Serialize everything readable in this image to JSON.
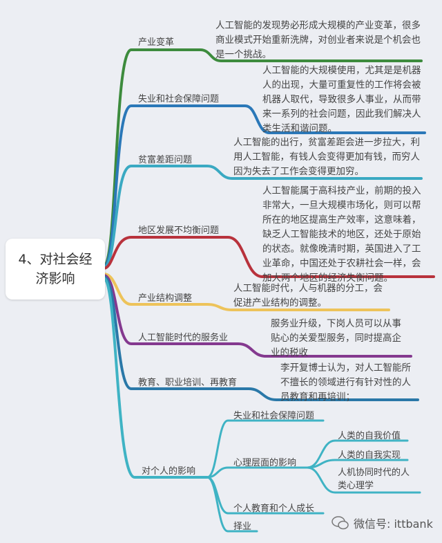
{
  "root": {
    "line1": "4、对社会经",
    "line2": "济影响"
  },
  "branches": [
    {
      "label": "产业变革",
      "detail": "人工智能的发现势必形成大规模的产业变革，很多商业模式开始重新洗牌，对创业者来说是个机会也是一个挑战。",
      "color": "#3d8b3d"
    },
    {
      "label": "失业和社会保障问题",
      "detail": "人工智能的大规模使用，尤其是是机器人的出现，大量可重复性的工作将会被机器人取代，导致很多人事业，从而带来一系列的社会问题，因此我们解决人类生活和谐问题。",
      "color": "#2b78b8"
    },
    {
      "label": "贫富差距问题",
      "detail": "人工智能的出行，贫富差距会进一步拉大，利用人工智能，有钱人会变得更加有钱，而穷人因为失去了工作会变得更加穷。",
      "color": "#3aa9c2"
    },
    {
      "label": "地区发展不均衡问题",
      "detail": "人工智能属于高科技产业，前期的投入非常大，一旦大规模市场化，则可以帮所在的地区提高生产效率，这意味着，缺乏人工智能技术的地区，还处于原始的状态。就像晚清时期，英国进入了工业革命，中国还处于农耕社会一样，会加大两个地区的经济失衡问题。",
      "color": "#b8323c"
    },
    {
      "label": "产业结构调整",
      "detail": "人工智能时代，人与机器的分工，会促进产业结构的调整。",
      "color": "#edc35a"
    },
    {
      "label": "人工智能时代的服务业",
      "detail": "服务业升级，下岗人员可以从事贴心的关爱型服务，同时提高企业的税收",
      "color": "#84398f"
    },
    {
      "label": "教育、职业培训、再教育",
      "detail": "李开复博士认为，对人工智能所不擅长的领域进行有针对性的人员教育和再培训；",
      "color": "#2a78a8"
    }
  ],
  "personal": {
    "label": "对个人的影响",
    "color": "#3fb3c4",
    "children": [
      "失业和社会保障问题",
      "心理层面的影响",
      "个人教育和个人成长",
      "择业"
    ],
    "psych_children": [
      "人类的自我价值",
      "人类的自我实现",
      "人机协同时代的人类心理学"
    ]
  },
  "watermark": "微信号: ittbank"
}
